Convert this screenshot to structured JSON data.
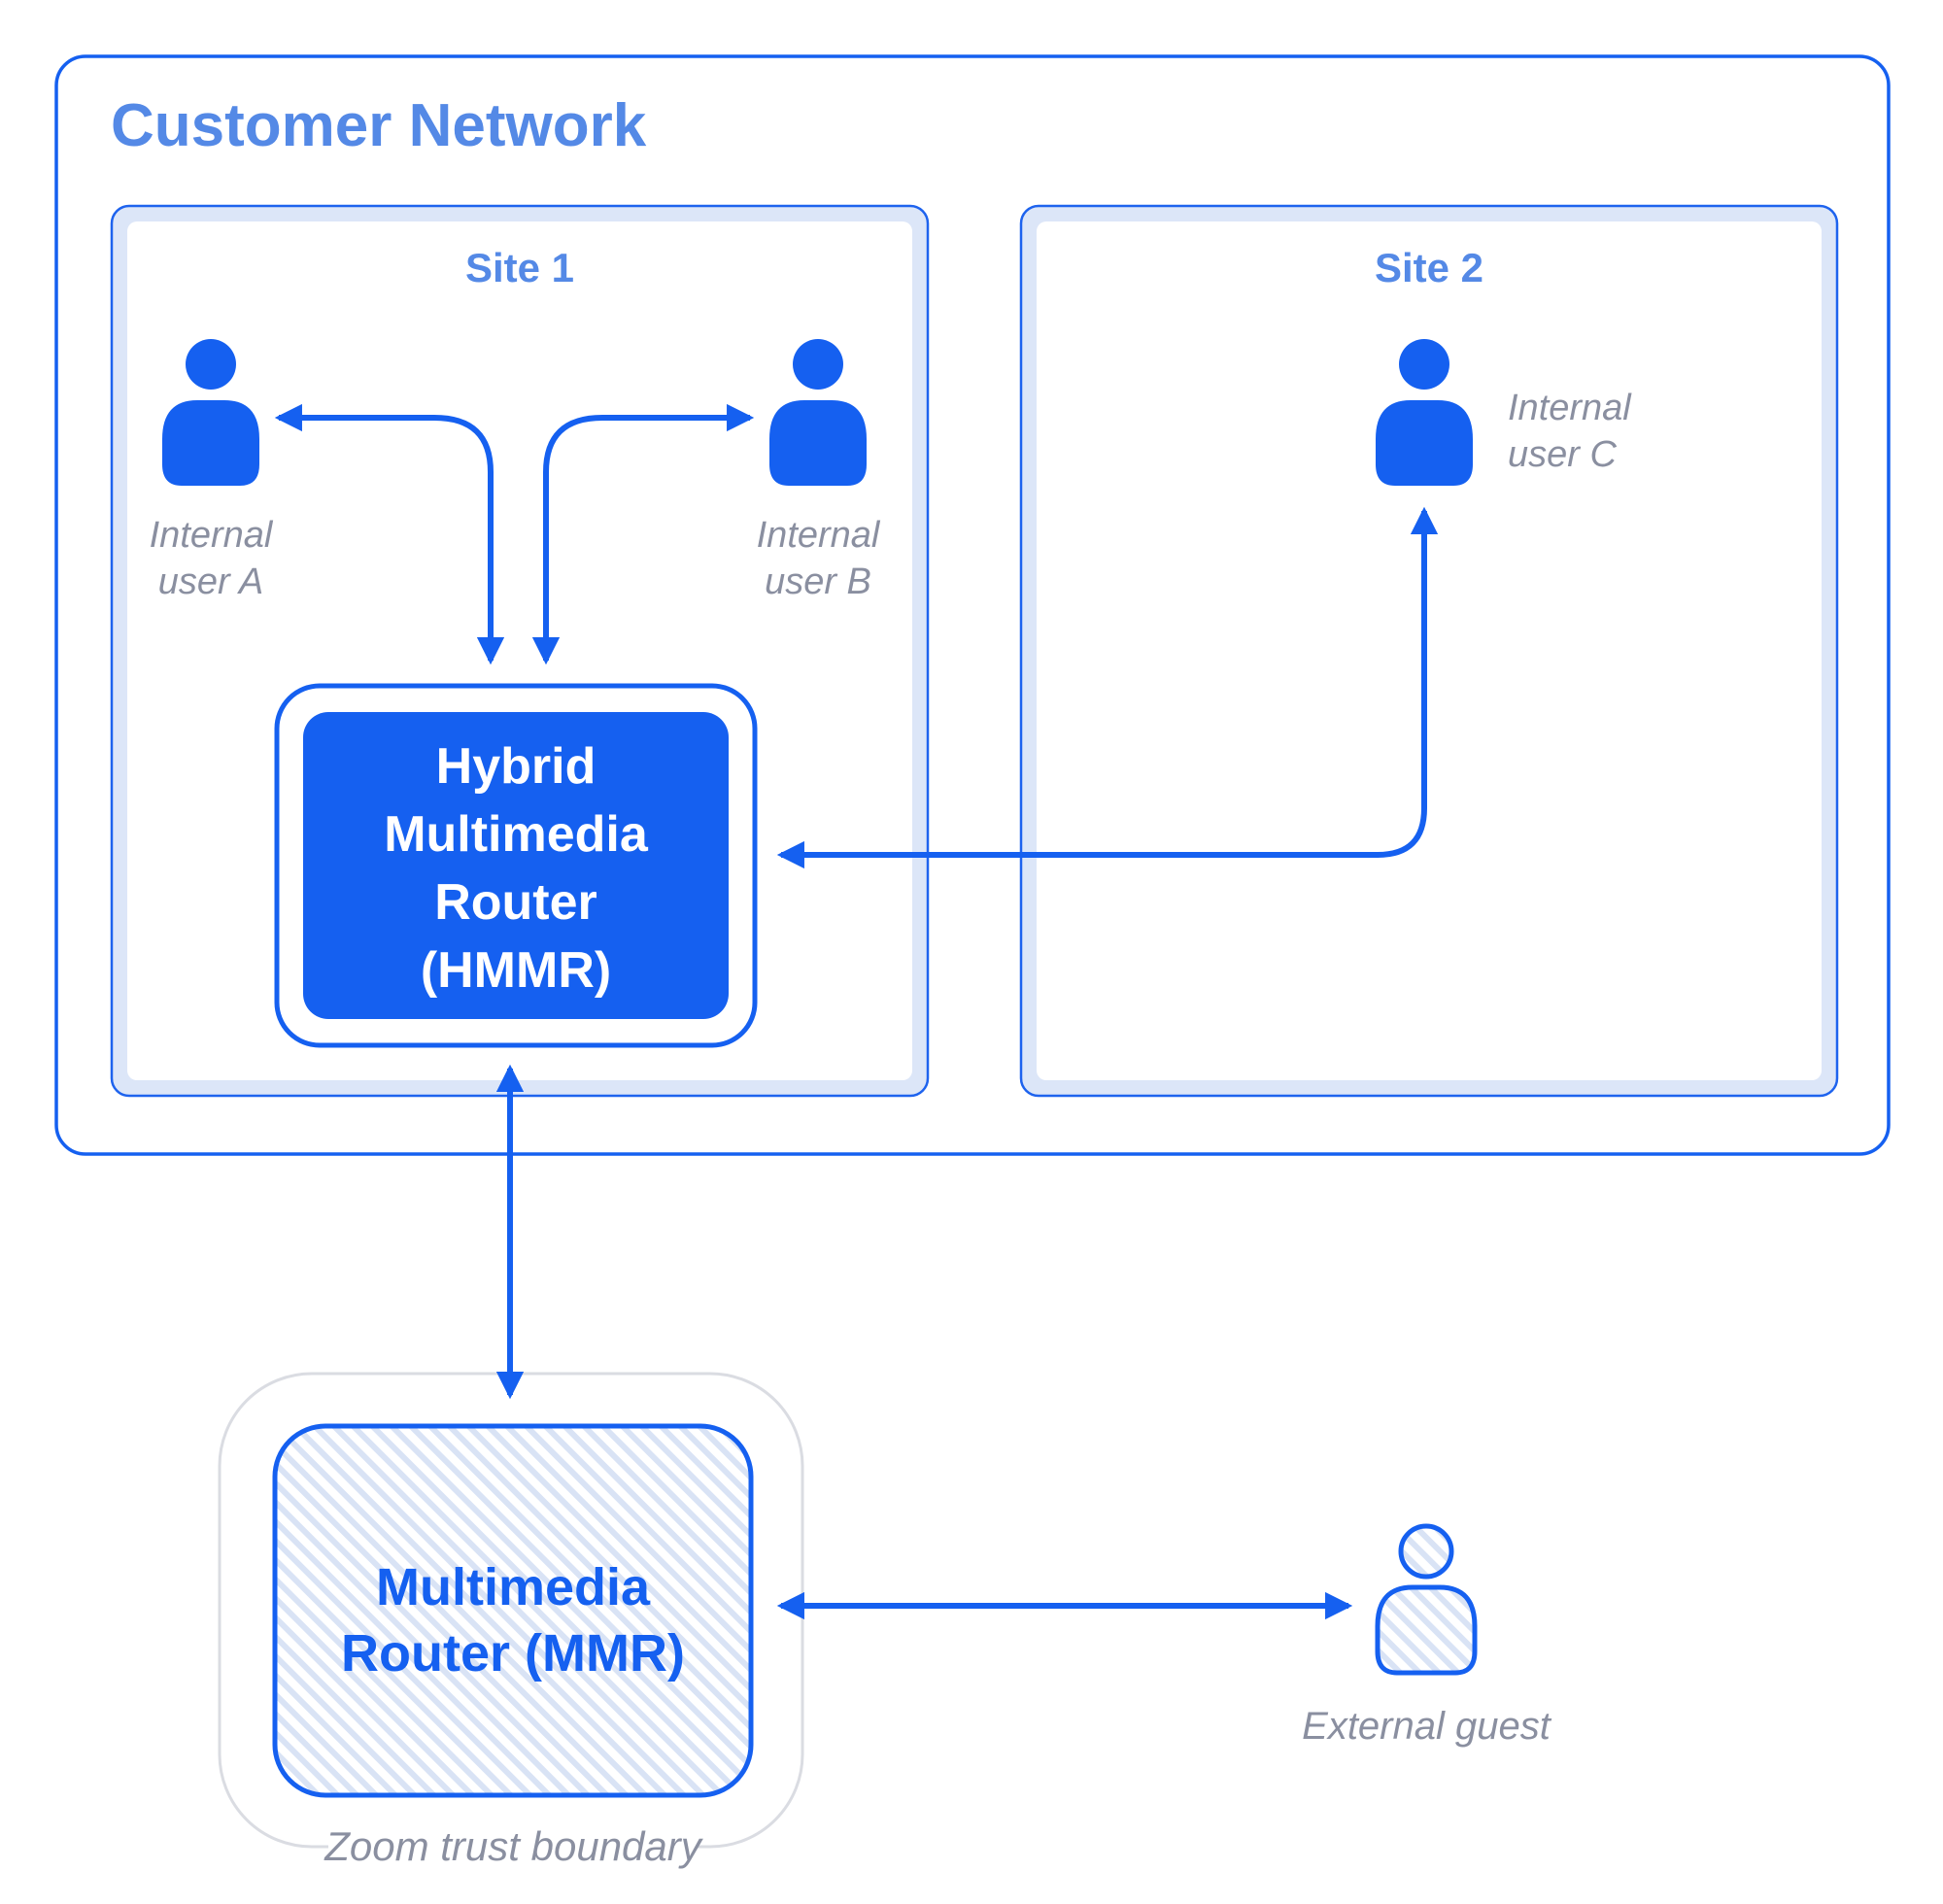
{
  "colors": {
    "primary_blue": "#1560F0",
    "heading_blue": "#5489E6",
    "light_blue_band": "#DCE6F8",
    "hatch_stripe_blue": "#D9E3F5",
    "label_gray": "#8A8FA0",
    "trust_boundary_gray": "#DADCE2"
  },
  "customer_network": {
    "title": "Customer Network"
  },
  "site1": {
    "label": "Site 1",
    "user_a": {
      "line1": "Internal",
      "line2": "user A"
    },
    "user_b": {
      "line1": "Internal",
      "line2": "user B"
    }
  },
  "site2": {
    "label": "Site 2",
    "user_c": {
      "line1": "Internal",
      "line2": "user C"
    }
  },
  "hmmr": {
    "line1": "Hybrid",
    "line2": "Multimedia",
    "line3": "Router",
    "line4": "(HMMR)"
  },
  "mmr": {
    "line1": "Multimedia",
    "line2": "Router (MMR)"
  },
  "trust_boundary": {
    "label": "Zoom trust boundary"
  },
  "external_guest": {
    "label": "External guest"
  }
}
